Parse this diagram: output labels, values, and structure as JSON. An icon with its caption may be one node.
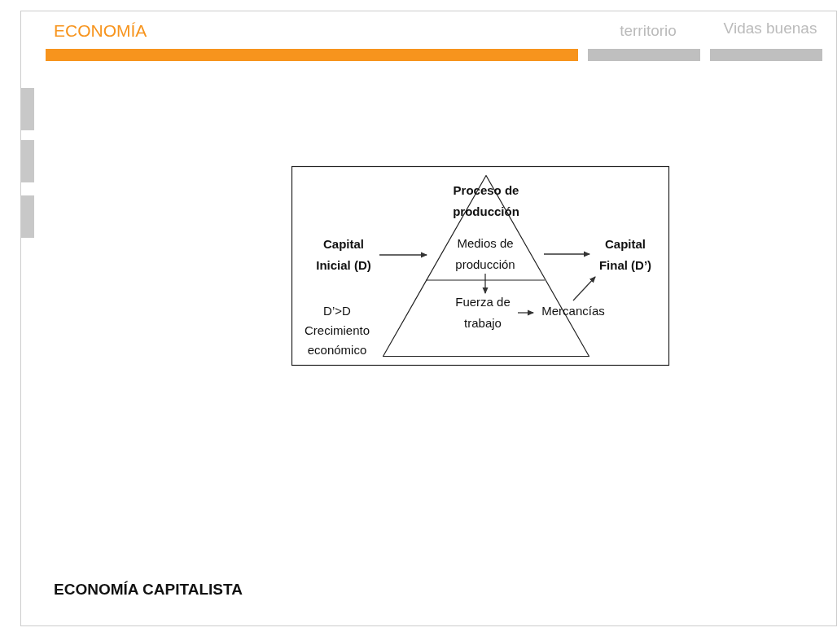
{
  "diagram": {
    "nodes": [
      {
        "text": [
          "Proceso de producción"
        ]
      },
      {
        "text": [
          "Medios de producción"
        ],
        "in": 0
      },
      {
        "text": [
          "Fuerza de trabajo"
        ],
        "in": 0
      },
      {
        "text": [
          "Capital Inicial (D)"
        ]
      },
      {
        "text": [
          "Capital Final (D’)"
        ]
      },
      {
        "text": [
          "Mercancías"
        ]
      }
    ],
    "edges": [
      {
        "from": 3,
        "to": 1,
        "arrow": "to"
      },
      {
        "from": 1,
        "to": 4,
        "arrow": "to"
      },
      {
        "from": 1,
        "to": 2,
        "arrow": "to"
      },
      {
        "from": 2,
        "to": 5,
        "arrow": "to"
      },
      {
        "from": 5,
        "to": 4,
        "arrow": "to"
      }
    ],
    "labels": [
      "ECONOMÍA",
      "territorio",
      "Vidas buenas",
      "D’>D",
      "Crecimiento económico",
      "ECONOMÍA CAPITALISTA"
    ]
  }
}
